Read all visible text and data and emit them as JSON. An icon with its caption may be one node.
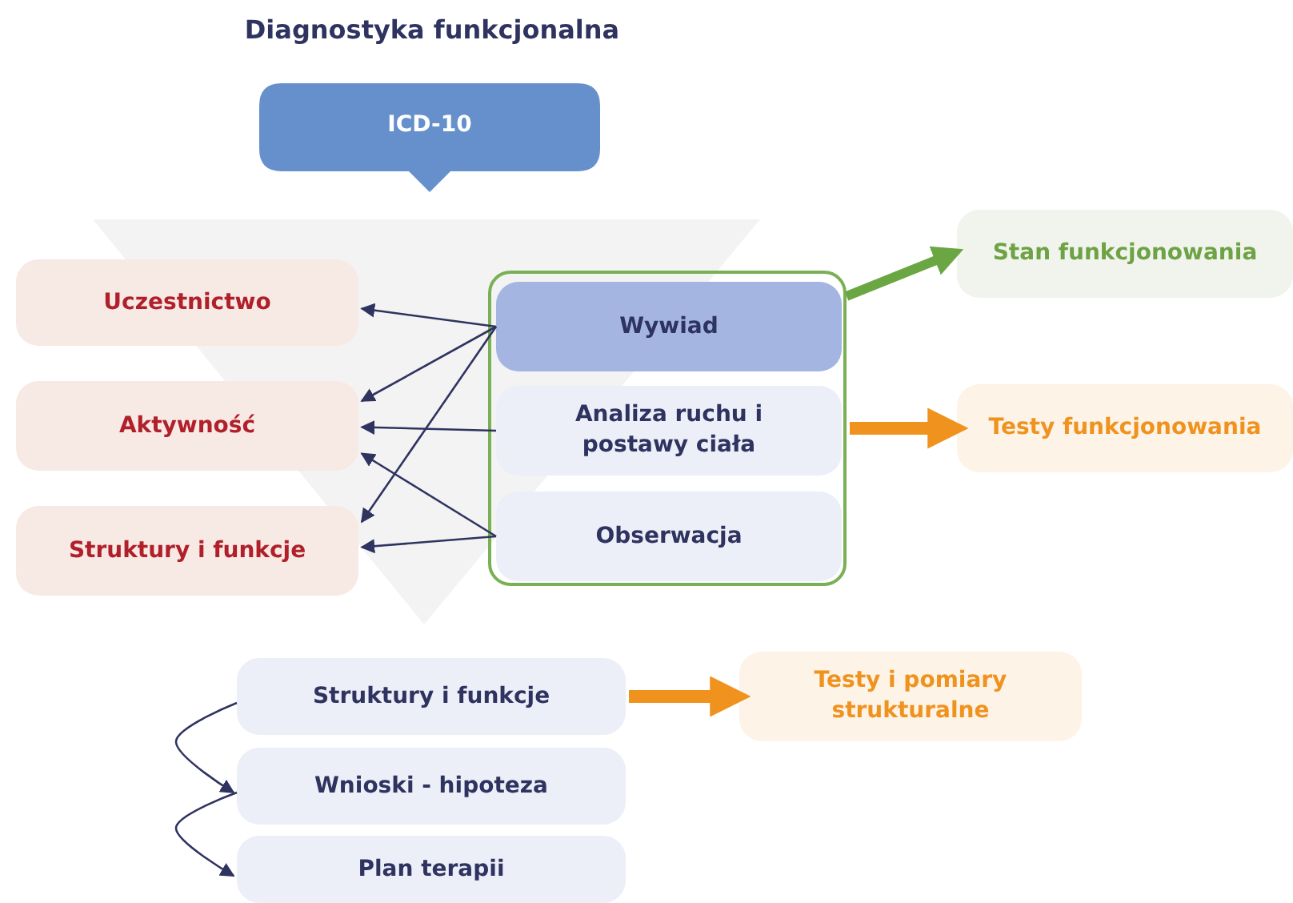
{
  "diagram": {
    "title": "Diagnostyka funkcjonalna",
    "nodes": [
      {
        "text": [
          "ICD-10"
        ]
      },
      {
        "text": [
          "Uczestnictwo"
        ]
      },
      {
        "text": [
          "Aktywność"
        ]
      },
      {
        "text": [
          "Struktury i funkcje"
        ]
      },
      {
        "text": [],
        "shape": "box"
      },
      {
        "text": [
          "Wywiad"
        ],
        "in": 4
      },
      {
        "text": [
          "Analiza ruchu i postawy ciała"
        ],
        "in": 4
      },
      {
        "text": [
          "Obserwacja"
        ],
        "in": 4
      },
      {
        "text": [
          "Stan funkcjonowania"
        ]
      },
      {
        "text": [
          "Testy funkcjonowania"
        ]
      },
      {
        "text": [
          "Struktury i funkcje"
        ]
      },
      {
        "text": [
          "Testy i pomiary strukturalne"
        ]
      },
      {
        "text": [
          "Wnioski - hipoteza"
        ]
      },
      {
        "text": [
          "Plan terapii"
        ]
      }
    ],
    "edges": [
      {
        "from": 5,
        "to": 1,
        "arrow": "to"
      },
      {
        "from": 5,
        "to": 2,
        "arrow": "to"
      },
      {
        "from": 5,
        "to": 3,
        "arrow": "to"
      },
      {
        "from": 6,
        "to": 2,
        "arrow": "to"
      },
      {
        "from": 7,
        "to": 2,
        "arrow": "to"
      },
      {
        "from": 7,
        "to": 3,
        "arrow": "to"
      },
      {
        "from": 4,
        "to": 8,
        "arrow": "to",
        "style": "thick",
        "color": "#6aa743"
      },
      {
        "from": 4,
        "to": 9,
        "arrow": "to",
        "style": "thick",
        "color": "#f0921e"
      },
      {
        "from": 10,
        "to": 11,
        "arrow": "to",
        "style": "thick",
        "color": "#f0921e"
      },
      {
        "from": 10,
        "to": 12,
        "arrow": "to"
      },
      {
        "from": 12,
        "to": 13,
        "arrow": "to"
      }
    ]
  }
}
